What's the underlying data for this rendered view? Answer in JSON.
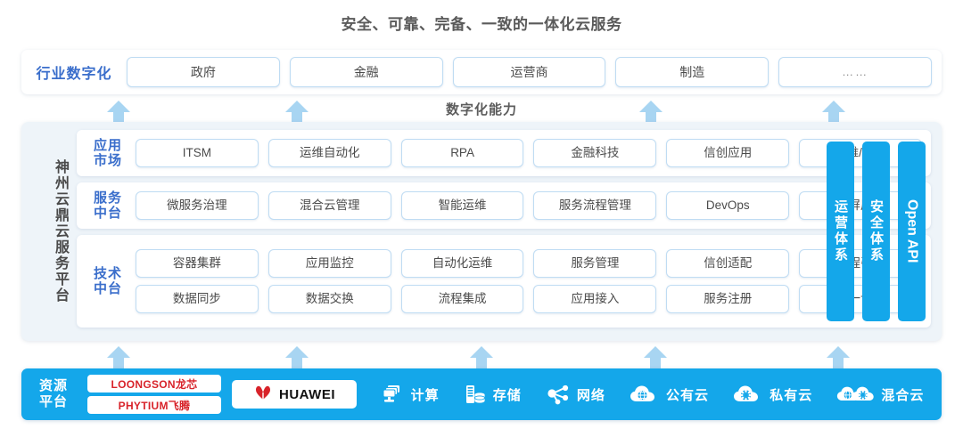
{
  "title": "安全、可靠、完备、一致的一体化云服务",
  "capability_label": "数字化能力",
  "industry": {
    "label": "行业数字化",
    "items": [
      "政府",
      "金融",
      "运营商",
      "制造",
      "……"
    ]
  },
  "platform": {
    "vertical_label": "神州云鼎云服务平台",
    "bands": [
      {
        "label_line1": "应用",
        "label_line2": "市场",
        "rows": [
          [
            "ITSM",
            "运维自动化",
            "RPA",
            "金融科技",
            "信创应用",
            "运维/运营"
          ]
        ]
      },
      {
        "label_line1": "服务",
        "label_line2": "中台",
        "rows": [
          [
            "微服务治理",
            "混合云管理",
            "智能运维",
            "服务流程管理",
            "DevOps",
            "大屏展示"
          ]
        ]
      },
      {
        "label_line1": "技术",
        "label_line2": "中台",
        "rows": [
          [
            "容器集群",
            "应用监控",
            "自动化运维",
            "服务管理",
            "信创适配",
            "流程引擎"
          ],
          [
            "数据同步",
            "数据交换",
            "流程集成",
            "应用接入",
            "服务注册",
            "统一认证"
          ]
        ]
      }
    ],
    "pillars": [
      {
        "text": "运营体系",
        "latin": false
      },
      {
        "text": "安全体系",
        "latin": false
      },
      {
        "text": "Open API",
        "latin": true
      }
    ]
  },
  "resource": {
    "label_line1": "资源",
    "label_line2": "平台",
    "chips": [
      "LOONGSON龙芯",
      "PHYTIUM飞腾"
    ],
    "huawei": "HUAWEI",
    "items": [
      {
        "name": "计算",
        "icon": "compute-icon"
      },
      {
        "name": "存储",
        "icon": "storage-icon"
      },
      {
        "name": "网络",
        "icon": "network-icon"
      },
      {
        "name": "公有云",
        "icon": "public-cloud-icon"
      },
      {
        "name": "私有云",
        "icon": "private-cloud-icon"
      },
      {
        "name": "混合云",
        "icon": "hybrid-cloud-icon"
      }
    ]
  },
  "colors": {
    "accent_blue": "#14a7ea",
    "label_blue": "#3a6ecb",
    "arrow_blue": "#a8d5f2",
    "panel_bg": "#eef4f9",
    "tile_border": "#bfdcf3",
    "logo_red": "#d8232a"
  },
  "arrows": {
    "upper_x": [
      133,
      333,
      730,
      935
    ],
    "lower_x": [
      133,
      333,
      540,
      735,
      940
    ]
  }
}
